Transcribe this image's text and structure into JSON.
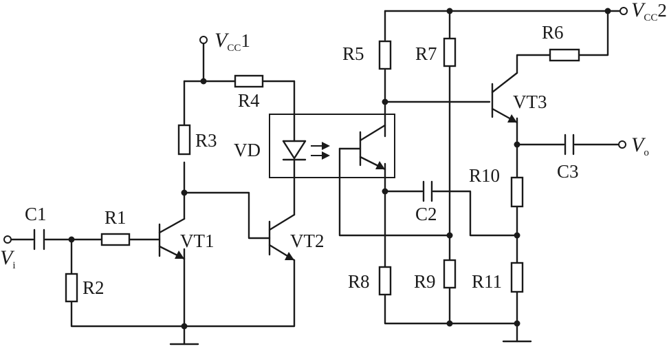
{
  "components": {
    "resistors": [
      "R1",
      "R2",
      "R3",
      "R4",
      "R5",
      "R6",
      "R7",
      "R8",
      "R9",
      "R10",
      "R11"
    ],
    "capacitors": [
      "C1",
      "C2",
      "C3"
    ],
    "transistors": [
      "VT1",
      "VT2",
      "VT3"
    ],
    "optocoupler_led": "VD"
  },
  "supplies": {
    "vcc1": {
      "main": "V",
      "sub": "CC",
      "suffix": "1"
    },
    "vcc2": {
      "main": "V",
      "sub": "CC",
      "suffix": "2"
    }
  },
  "ports": {
    "input": {
      "main": "V",
      "sub": "i"
    },
    "output": {
      "main": "V",
      "sub": "o"
    }
  }
}
